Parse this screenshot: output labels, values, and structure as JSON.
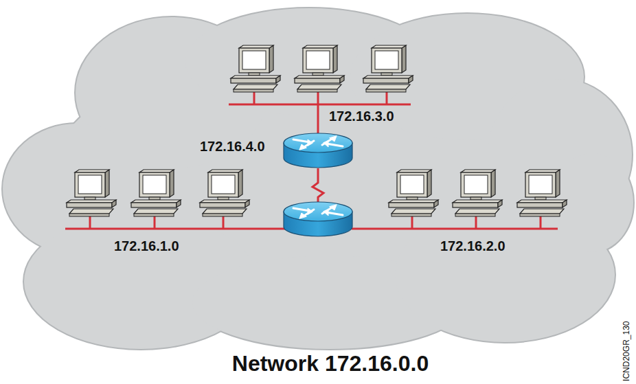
{
  "diagram": {
    "title": "Network 172.16.0.0",
    "labels": [
      "172.16.3.0",
      "172.16.4.0",
      "172.16.1.0",
      "172.16.2.0",
      "ICND20GR_130"
    ]
  }
}
